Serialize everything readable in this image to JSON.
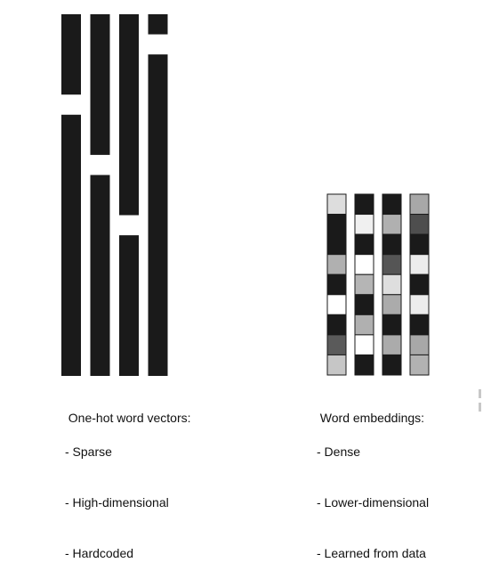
{
  "one_hot": {
    "title": "One-hot word vectors:",
    "items": [
      "- Sparse",
      "- High-dimensional",
      "- Hardcoded"
    ],
    "vectors": [
      {
        "hot_index": 4
      },
      {
        "hot_index": 7
      },
      {
        "hot_index": 10
      },
      {
        "hot_index": 1
      }
    ],
    "dimensions": 18,
    "colors": {
      "zero": "#1a1a1a",
      "one": "#ffffff"
    }
  },
  "embeddings": {
    "title": "Word embeddings:",
    "items": [
      "- Dense",
      "- Lower-dimensional",
      "- Learned from data"
    ],
    "vectors": [
      [
        "#dddddd",
        "#1a1a1a",
        "#1a1a1a",
        "#b0b0b0",
        "#1a1a1a",
        "#ffffff",
        "#1a1a1a",
        "#5a5a5a",
        "#c6c6c6"
      ],
      [
        "#1a1a1a",
        "#f0f0f0",
        "#1a1a1a",
        "#ffffff",
        "#b5b5b5",
        "#1a1a1a",
        "#b0b0b0",
        "#ffffff",
        "#1a1a1a"
      ],
      [
        "#1a1a1a",
        "#b0b0b0",
        "#1a1a1a",
        "#555555",
        "#dedede",
        "#ababab",
        "#1a1a1a",
        "#ababab",
        "#1a1a1a"
      ],
      [
        "#a8a8a8",
        "#4e4e4e",
        "#1a1a1a",
        "#ececec",
        "#1a1a1a",
        "#ececec",
        "#1a1a1a",
        "#a8a8a8",
        "#b2b2b2"
      ]
    ]
  }
}
